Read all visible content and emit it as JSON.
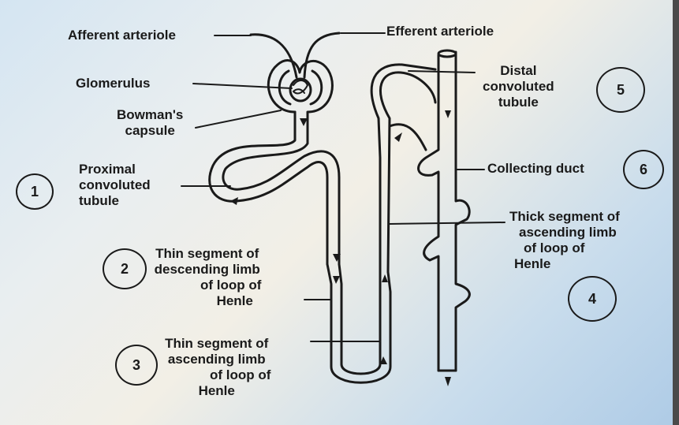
{
  "labels": {
    "afferent_arteriole": "Afferent arteriole",
    "efferent_arteriole": "Efferent arteriole",
    "glomerulus": "Glomerulus",
    "bowmans_capsule": [
      "Bowman's",
      "capsule"
    ],
    "proximal_convoluted_tubule": [
      "Proximal",
      "convoluted",
      "tubule"
    ],
    "distal_convoluted_tubule": [
      "Distal",
      "convoluted",
      "tubule"
    ],
    "collecting_duct": "Collecting duct",
    "thick_ascending_limb": [
      "Thick segment of",
      "ascending limb",
      "of loop of",
      "Henle"
    ],
    "thin_descending_limb": [
      "Thin segment of",
      "descending limb",
      "of loop of",
      "Henle"
    ],
    "thin_ascending_limb": [
      "Thin segment of",
      "ascending limb",
      "of loop of",
      "Henle"
    ]
  },
  "numbers": {
    "proximal": "1",
    "thin_descending": "2",
    "thin_ascending": "3",
    "thick_ascending": "4",
    "distal": "5",
    "collecting_duct": "6"
  }
}
